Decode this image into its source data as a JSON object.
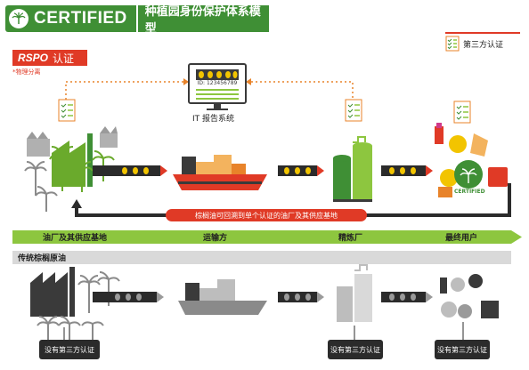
{
  "header": {
    "badge": "CERTIFIED",
    "title": "种植园身份保护体系模型"
  },
  "rspo": {
    "brand": "RSPO",
    "label": "认证",
    "note": "*物理分离"
  },
  "legend": {
    "third_party": "第三方认证"
  },
  "it_system": {
    "id": "ID: 123456789",
    "label": "IT 报告系统"
  },
  "feedback": {
    "label": "棕榈油可回溯到单个认证的油厂及其供应基地"
  },
  "stages": [
    "油厂及其供应基地",
    "运输方",
    "精炼厂",
    "最终用户"
  ],
  "traditional": {
    "label": "传统棕榈原油"
  },
  "no_cert": "没有第三方认证",
  "colors": {
    "green": "#3f8f35",
    "lime": "#8dc63f",
    "red": "#e03a26",
    "orange": "#e8832a",
    "dark": "#3a3a3a",
    "gray": "#9a9a9a",
    "yellow": "#f2c400"
  }
}
